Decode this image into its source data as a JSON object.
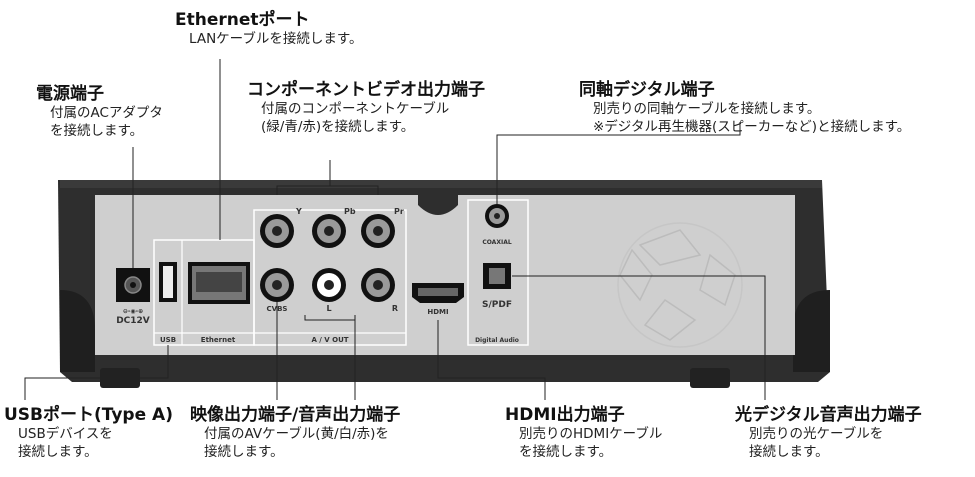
{
  "callouts": {
    "power": {
      "title": "電源端子",
      "desc": [
        "付属のACアダプタ",
        "を接続します。"
      ]
    },
    "ethernet": {
      "title": "Ethernetポート",
      "desc": [
        "LANケーブルを接続します。"
      ]
    },
    "component": {
      "title": "コンポーネントビデオ出力端子",
      "desc": [
        "付属のコンポーネントケーブル",
        "(緑/青/赤)を接続します。"
      ]
    },
    "coaxial": {
      "title": "同軸デジタル端子",
      "desc": [
        "別売りの同軸ケーブルを接続します。",
        "※デジタル再生機器(スピーカーなど)と接続します。"
      ]
    },
    "usb": {
      "title": "USBポート(Type A)",
      "desc": [
        "USBデバイスを",
        "接続します。"
      ]
    },
    "av": {
      "title": "映像出力端子/音声出力端子",
      "desc": [
        "付属のAVケーブル(黄/白/赤)を",
        "接続します。"
      ]
    },
    "hdmi": {
      "title": "HDMI出力端子",
      "desc": [
        "別売りのHDMIケーブル",
        "を接続します。"
      ]
    },
    "optical": {
      "title": "光デジタル音声出力端子",
      "desc": [
        "別売りの光ケーブルを",
        "接続します。"
      ]
    }
  },
  "panel_labels": {
    "y": "Y",
    "pb": "Pb",
    "pr": "Pr",
    "cvbs": "CVBS",
    "l": "L",
    "r": "R",
    "dc": "DC12V",
    "dc_symbol": "⊖-◉-⊕",
    "usb": "USB",
    "ethernet": "Ethernet",
    "avout": "A / V OUT",
    "hdmi": "HDMI",
    "coaxial": "COAXIAL",
    "spdif": "S/PDF",
    "digital_audio": "Digital Audio"
  },
  "colors": {
    "chassis": "#2a2a2a",
    "panel": "#d0d0d0",
    "leader": "#222222",
    "jack_white": "#ffffff"
  }
}
